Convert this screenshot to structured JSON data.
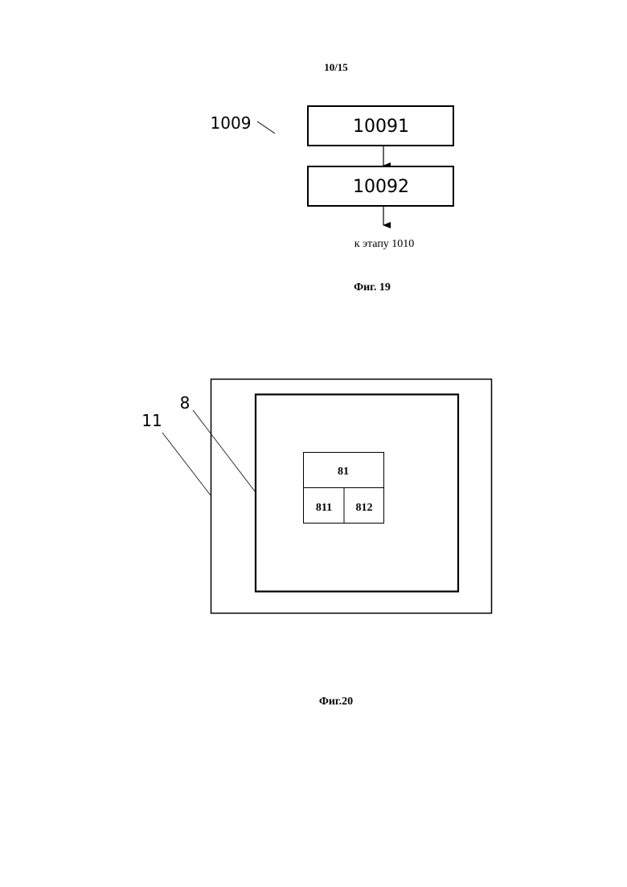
{
  "page": {
    "page_number": "10/15"
  },
  "figure19": {
    "caption": "Фиг. 19",
    "reference_label": "1009",
    "boxes": [
      {
        "label": "10091"
      },
      {
        "label": "10092"
      }
    ],
    "next_step_text": "к этапу 1010"
  },
  "figure20": {
    "caption": "Фиг.20",
    "outer_label": "11",
    "inner_label": "8",
    "block": {
      "top_label": "81",
      "bottom_left_label": "811",
      "bottom_right_label": "812"
    }
  }
}
